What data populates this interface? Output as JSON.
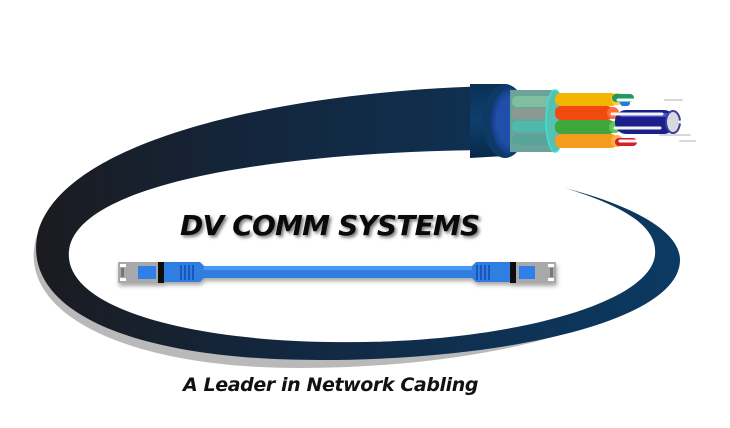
{
  "logo": {
    "company_name": "DV COMM SYSTEMS",
    "tagline": "A Leader in Network Cabling",
    "icons": [
      "fiber-optic-cable-icon",
      "ethernet-patch-cable-icon",
      "swoosh-ellipse"
    ],
    "colors": {
      "swoosh_dark": "#1a1f2b",
      "swoosh_navy": "#0c3558",
      "cable_blue": "#2f80e8",
      "connector_grey": "#a9a9a9",
      "text": "#0a0a0a"
    }
  }
}
